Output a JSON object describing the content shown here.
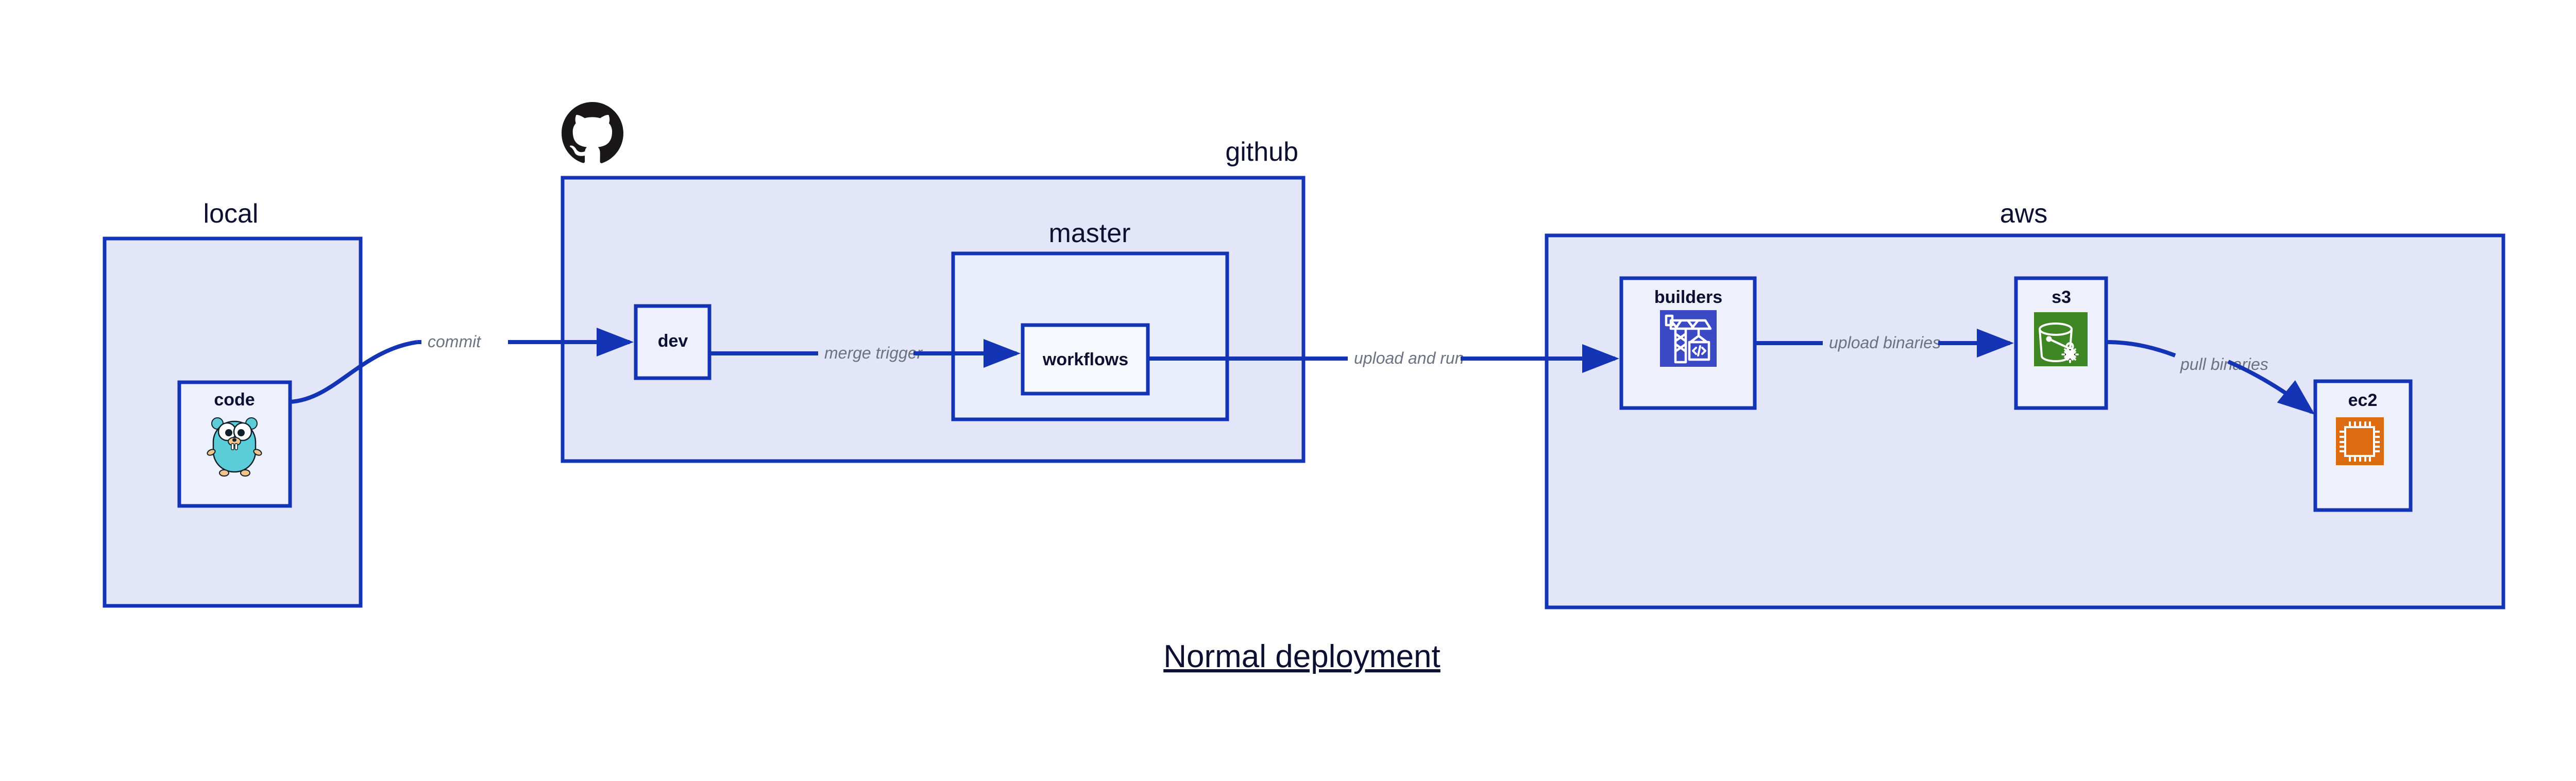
{
  "diagram": {
    "title": "Normal deployment",
    "background": "#ffffff",
    "accent_color": "#1334b5",
    "cluster_fill": "#e2e6f8",
    "node_fill": "#eef1fc",
    "edge_label_color": "#6b7280",
    "clusters": [
      {
        "id": "local",
        "label": "local",
        "label_align": "center"
      },
      {
        "id": "github",
        "label": "github",
        "label_align": "right",
        "icon": "github-octocat-icon"
      },
      {
        "id": "master",
        "label": "master",
        "label_align": "center"
      },
      {
        "id": "aws",
        "label": "aws",
        "label_align": "center"
      }
    ],
    "nodes": [
      {
        "id": "code",
        "label": "code",
        "icon": "golang-gopher-icon",
        "icon_color": "#5bcdd8"
      },
      {
        "id": "dev",
        "label": "dev",
        "icon": "none"
      },
      {
        "id": "workflows",
        "label": "workflows",
        "icon": "none"
      },
      {
        "id": "builders",
        "label": "builders",
        "icon": "aws-codebuild-crane-icon",
        "icon_color": "#3b49c4"
      },
      {
        "id": "s3",
        "label": "s3",
        "icon": "aws-s3-glacier-bucket-icon",
        "icon_color": "#3f8624"
      },
      {
        "id": "ec2",
        "label": "ec2",
        "icon": "aws-ec2-chip-icon",
        "icon_color": "#dd6b11"
      }
    ],
    "edges": [
      {
        "id": "code-dev",
        "from": "code",
        "to": "dev",
        "label": "commit"
      },
      {
        "id": "dev-workflows",
        "from": "dev",
        "to": "workflows",
        "label": "merge trigger"
      },
      {
        "id": "workflows-builders",
        "from": "workflows",
        "to": "builders",
        "label": "upload and run"
      },
      {
        "id": "builders-s3",
        "from": "builders",
        "to": "s3",
        "label": "upload binaries"
      },
      {
        "id": "s3-ec2",
        "from": "s3",
        "to": "ec2",
        "label": "pull binaries"
      }
    ]
  }
}
